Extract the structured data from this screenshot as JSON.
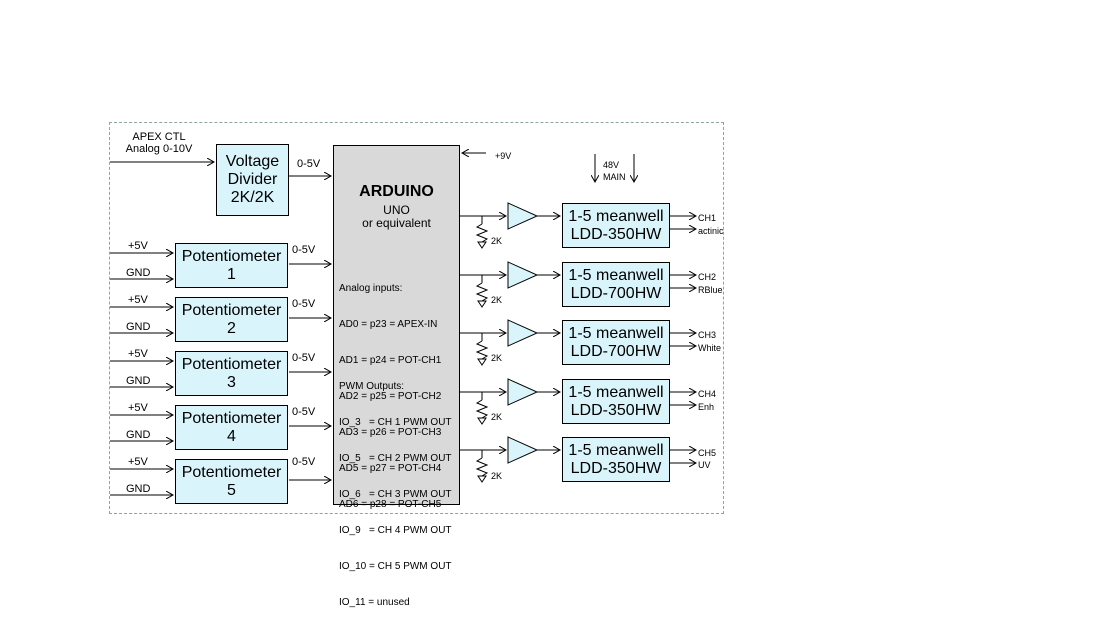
{
  "apex": {
    "line1": "APEX CTL",
    "line2": "Analog 0-10V"
  },
  "divider": {
    "line1": "Voltage",
    "line2": "Divider",
    "line3": "2K/2K",
    "out": "0-5V"
  },
  "supply": {
    "vplus9": "+9V",
    "v48": "48V",
    "main": "MAIN"
  },
  "pots": [
    {
      "name": "Potentiometer",
      "num": "1",
      "plus": "+5V",
      "gnd": "GND",
      "out": "0-5V"
    },
    {
      "name": "Potentiometer",
      "num": "2",
      "plus": "+5V",
      "gnd": "GND",
      "out": "0-5V"
    },
    {
      "name": "Potentiometer",
      "num": "3",
      "plus": "+5V",
      "gnd": "GND",
      "out": "0-5V"
    },
    {
      "name": "Potentiometer",
      "num": "4",
      "plus": "+5V",
      "gnd": "GND",
      "out": "0-5V"
    },
    {
      "name": "Potentiometer",
      "num": "5",
      "plus": "+5V",
      "gnd": "GND",
      "out": "0-5V"
    }
  ],
  "arduino": {
    "title": "ARDUINO",
    "sub1": "UNO",
    "sub2": "or equivalent",
    "analog_header": "Analog inputs:",
    "analog": [
      "AD0 = p23 = APEX-IN",
      "AD1 = p24 = POT-CH1",
      "AD2 = p25 = POT-CH2",
      "AD3 = p26 = POT-CH3",
      "AD5 = p27 = POT-CH4",
      "AD6 = p28 = POT-CH5"
    ],
    "pwm_header": "PWM Outputs:",
    "pwm": [
      "IO_3   = CH 1 PWM OUT",
      "IO_5   = CH 2 PWM OUT",
      "IO_6   = CH 3 PWM OUT",
      "IO_9   = CH 4 PWM OUT",
      "IO_10 = CH 5 PWM OUT",
      "IO_11 = unused"
    ]
  },
  "channels": [
    {
      "res": "2K",
      "drv1": "1-5 meanwell",
      "drv2": "LDD-350HW",
      "ch": "CH1",
      "color": "actinic"
    },
    {
      "res": "2K",
      "drv1": "1-5 meanwell",
      "drv2": "LDD-700HW",
      "ch": "CH2",
      "color": "RBlue"
    },
    {
      "res": "2K",
      "drv1": "1-5 meanwell",
      "drv2": "LDD-700HW",
      "ch": "CH3",
      "color": "White"
    },
    {
      "res": "2K",
      "drv1": "1-5 meanwell",
      "drv2": "LDD-350HW",
      "ch": "CH4",
      "color": "Enh"
    },
    {
      "res": "2K",
      "drv1": "1-5 meanwell",
      "drv2": "LDD-350HW",
      "ch": "CH5",
      "color": "UV"
    }
  ],
  "colors": {
    "block_fill": "#d9f5fb",
    "arduino_fill": "#d9d9d9",
    "frame_border": "#8fa3a0"
  }
}
